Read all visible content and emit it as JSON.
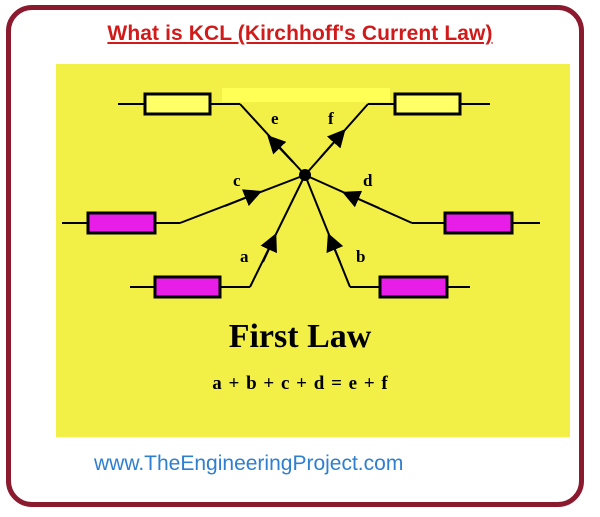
{
  "title": "What is KCL (Kirchhoff's Current Law)",
  "diagram": {
    "current_labels": {
      "a": "a",
      "b": "b",
      "c": "c",
      "d": "d",
      "e": "e",
      "f": "f"
    },
    "colors": {
      "background": "#f2f046",
      "resistor_yellow": "#ffff66",
      "resistor_magenta": "#e81ee8",
      "border": "#8b1a2e",
      "title_red": "#d11a1a",
      "link_blue": "#2f7fd0"
    }
  },
  "law_title": "First Law",
  "equation": "a + b + c + d = e + f",
  "website": "www.TheEngineeringProject.com"
}
